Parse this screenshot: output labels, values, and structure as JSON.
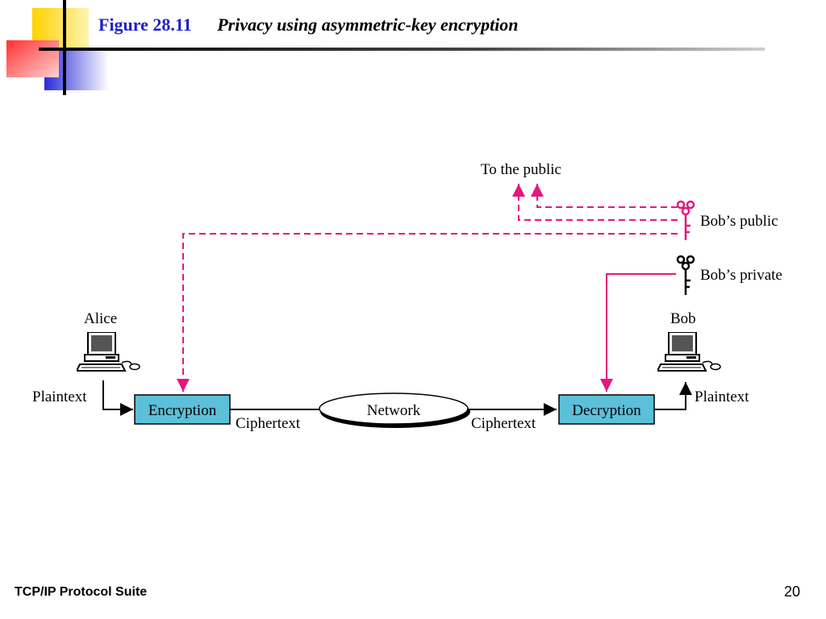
{
  "slide": {
    "figure_label": "Figure 28.11",
    "figure_title": "Privacy using asymmetric-key encryption",
    "footer": "TCP/IP Protocol Suite",
    "page_number": "20"
  },
  "diagram": {
    "to_public": "To the public",
    "bobs_public": "Bob’s public",
    "bobs_private": "Bob’s private",
    "alice": "Alice",
    "bob": "Bob",
    "plaintext_left": "Plaintext",
    "plaintext_right": "Plaintext",
    "encryption": "Encryption",
    "decryption": "Decryption",
    "network": "Network",
    "ciphertext_left": "Ciphertext",
    "ciphertext_right": "Ciphertext"
  },
  "colors": {
    "box_fill": "#5bc0d8",
    "key_path": "#e3187e",
    "title_blue": "#1f1fcc"
  },
  "icons": [
    "computer-icon",
    "public-key-icon",
    "private-key-icon"
  ]
}
